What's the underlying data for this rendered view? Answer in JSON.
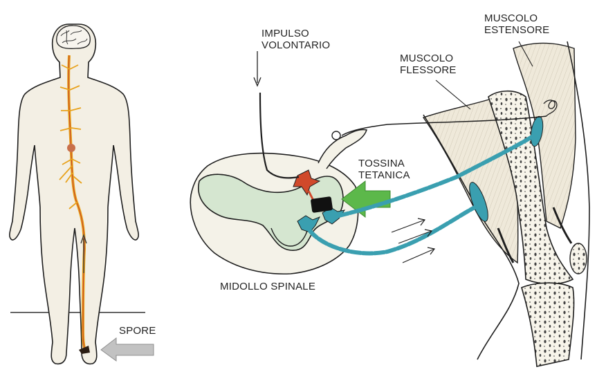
{
  "labels": {
    "impulse_line1": "IMPULSO",
    "impulse_line2": "VOLONTARIO",
    "flexor_line1": "MUSCOLO",
    "flexor_line2": "FLESSORE",
    "extensor_line1": "MUSCOLO",
    "extensor_line2": "ESTENSORE",
    "toxin_line1": "TOSSINA",
    "toxin_line2": "TETANICA",
    "spinal_cord": "MIDOLLO SPINALE",
    "spores": "SPORE"
  },
  "colors": {
    "body_fill": "#f3efe4",
    "outline": "#1e1e1e",
    "nerve": "#e8a21c",
    "nerve_dark": "#c0392b",
    "toxin_arrow": "#5cb84a",
    "spore_arrow": "#b9b9b9",
    "axon": "#3a9fb0",
    "spinal_grey": "#d5e6d0",
    "muscle_fill": "#efe9da"
  }
}
